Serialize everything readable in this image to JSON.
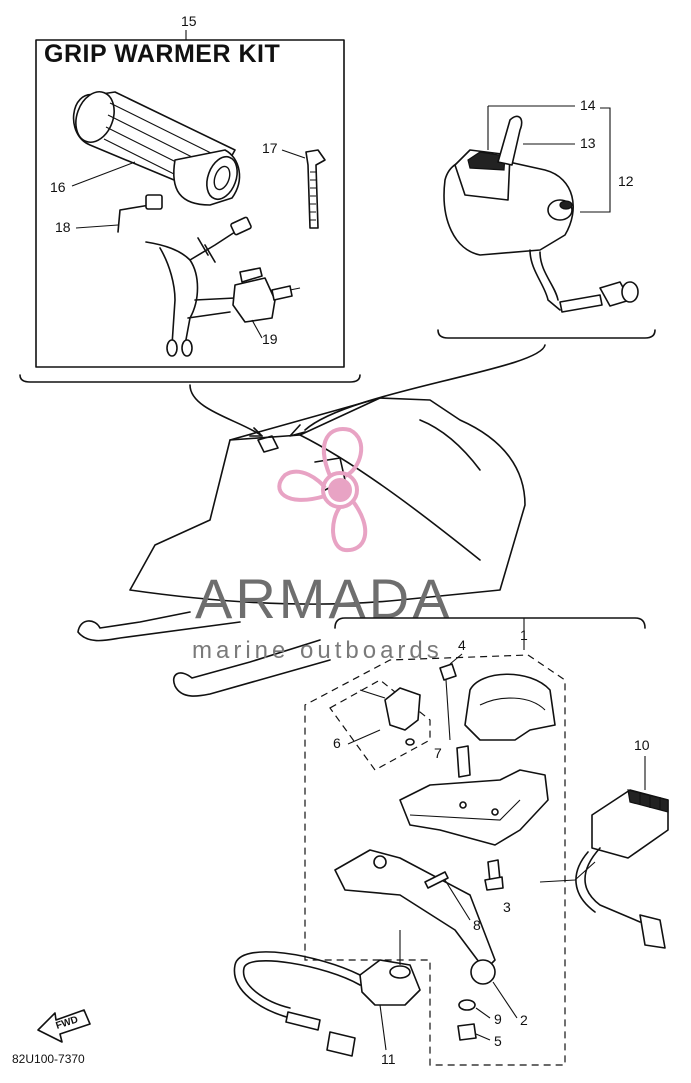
{
  "kit": {
    "title": "GRIP WARMER KIT"
  },
  "callouts": {
    "p1": "1",
    "p2": "2",
    "p3": "3",
    "p4": "4",
    "p5": "5",
    "p6": "6",
    "p7": "7",
    "p8": "8",
    "p9": "9",
    "p10": "10",
    "p11": "11",
    "p12": "12",
    "p13": "13",
    "p14": "14",
    "p15": "15",
    "p16": "16",
    "p17": "17",
    "p18": "18",
    "p19": "19"
  },
  "arrow_label": "FWD",
  "doc_number": "82U100-7370",
  "watermark": {
    "brand": "ARMADA",
    "tagline": "marine outboards",
    "pink": "#e8a3c4",
    "gray": "#6e6e6e"
  }
}
